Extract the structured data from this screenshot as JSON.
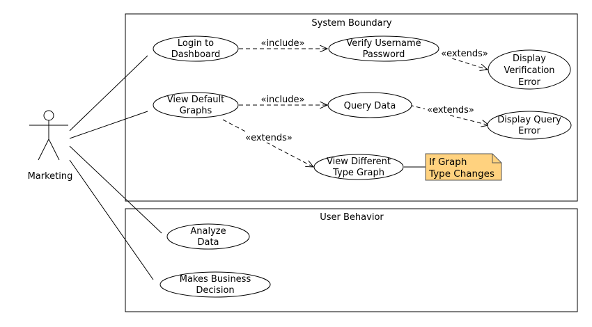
{
  "diagram": {
    "boundaries": {
      "system": "System Boundary",
      "user": "User Behavior"
    },
    "actor": {
      "label": "Marketing"
    },
    "use_cases": {
      "login": [
        "Login to",
        "Dashboard"
      ],
      "verify": [
        "Verify Username",
        "Password"
      ],
      "verify_error": [
        "Display",
        "Verification",
        "Error"
      ],
      "view_graphs": [
        "View Default",
        "Graphs"
      ],
      "query_data": [
        "Query Data"
      ],
      "query_error": [
        "Display Query",
        "Error"
      ],
      "view_different": [
        "View Different",
        "Type Graph"
      ],
      "analyze": [
        "Analyze",
        "Data"
      ],
      "business": [
        "Makes Business",
        "Decision"
      ]
    },
    "relations": {
      "include_1": "«include»",
      "include_2": "«include»",
      "extends_1": "«extends»",
      "extends_2": "«extends»",
      "extends_3": "«extends»"
    },
    "note": [
      "If Graph",
      "Type Changes"
    ],
    "colors": {
      "note_fill": "#ffd27f",
      "note_stroke": "#555555",
      "line": "#000000"
    }
  }
}
